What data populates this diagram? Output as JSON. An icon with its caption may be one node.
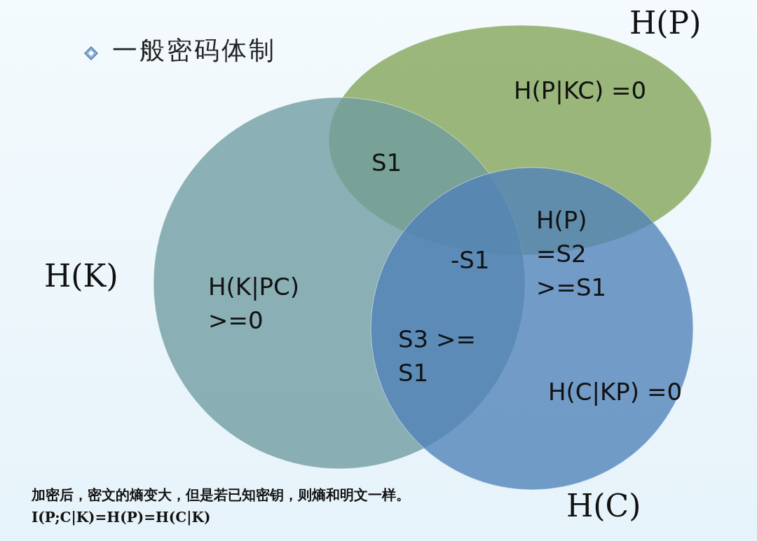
{
  "diagram": {
    "title": "一般密码体制",
    "caption": "加密后，密文的熵变大，但是若已知密钥，则熵和明文一样。I(P;C|K)=H(P)=H(C|K)",
    "nodes": [
      {
        "text": [
          "H(P)"
        ]
      },
      {
        "text": [
          "H(K)"
        ]
      },
      {
        "text": [
          "H(C)"
        ]
      }
    ],
    "labels": [
      "H(P|KC) =0",
      "S1",
      "H(K|PC) >=0",
      "-S1",
      "H(P) =S2 >=S1",
      "S3 >= S1",
      "H(C|KP) =0"
    ]
  }
}
